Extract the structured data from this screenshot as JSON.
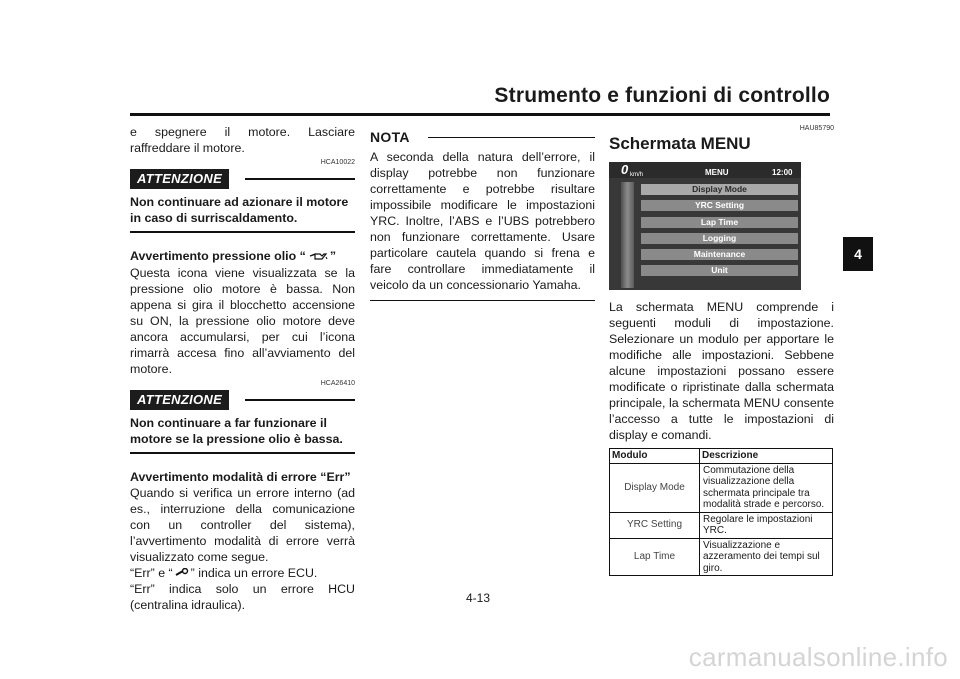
{
  "header": {
    "title": "Strumento e funzioni di controllo"
  },
  "chapter_tab": "4",
  "page_number": "4-13",
  "watermark": "carmanualsonline.info",
  "col1": {
    "intro": "e spegnere il motore. Lasciare raffreddare il motore.",
    "warn1": {
      "code": "HCA10022",
      "label": "ATTENZIONE",
      "text": "Non continuare ad azionare il motore in caso di surriscaldamento."
    },
    "oil": {
      "title_pre": "Avvertimento pressione olio “",
      "title_post": "”",
      "icon": "oil-can-icon",
      "body": "Questa icona viene visualizzata se la pressione olio motore è bassa. Non appena si gira il blocchetto accensione su ON, la pressione olio motore deve ancora accumularsi, per cui l’icona rimarrà accesa fino all’avviamento del motore."
    },
    "warn2": {
      "code": "HCA26410",
      "label": "ATTENZIONE",
      "text": "Non continuare a far funzionare il motore se la pressione olio è bassa."
    },
    "err": {
      "title": "Avvertimento modalità di errore “Err”",
      "body": "Quando si verifica un errore interno (ad es., interruzione della comunicazione con un controller del sistema), l’avvertimento modalità di errore verrà visualizzato come segue.",
      "line2_pre": "“Err” e “",
      "line2_post": "” indica un errore ECU.",
      "icon": "wrench-icon",
      "line3": "“Err” indica solo un errore HCU (centralina idraulica)."
    }
  },
  "col2": {
    "nota_label": "NOTA",
    "nota_text": "A seconda della natura dell’errore, il display potrebbe non funzionare correttamente e potrebbe risultare impossibile modificare le impostazioni YRC. Inoltre, l’ABS e l’UBS potrebbero non funzionare correttamente. Usare particolare cautela quando si frena e fare controllare immediatamente il veicolo da un concessionario Yamaha."
  },
  "col3": {
    "code": "HAU85790",
    "title": "Schermata MENU",
    "screen": {
      "speed": "0",
      "speed_unit": "km/h",
      "menu_label": "MENU",
      "clock": "12:00",
      "items": [
        "Display Mode",
        "YRC Setting",
        "Lap Time",
        "Logging",
        "Maintenance",
        "Unit"
      ]
    },
    "body": "La schermata MENU comprende i seguenti moduli di impostazione. Selezionare un modulo per apportare le modifiche alle impostazioni. Sebbene alcune impostazioni possano essere modificate o ripristinate dalla schermata principale, la schermata MENU consente l’accesso a tutte le impostazioni di display e comandi.",
    "table": {
      "headers": [
        "Modulo",
        "Descrizione"
      ],
      "rows": [
        {
          "module": "Display Mode",
          "desc": "Commutazione della visualizzazione della schermata principale tra modalità strade e percorso."
        },
        {
          "module": "YRC Setting",
          "desc": "Regolare le impostazioni YRC."
        },
        {
          "module": "Lap Time",
          "desc": "Visualizzazione e azzeramento dei tempi sul giro."
        }
      ]
    }
  }
}
